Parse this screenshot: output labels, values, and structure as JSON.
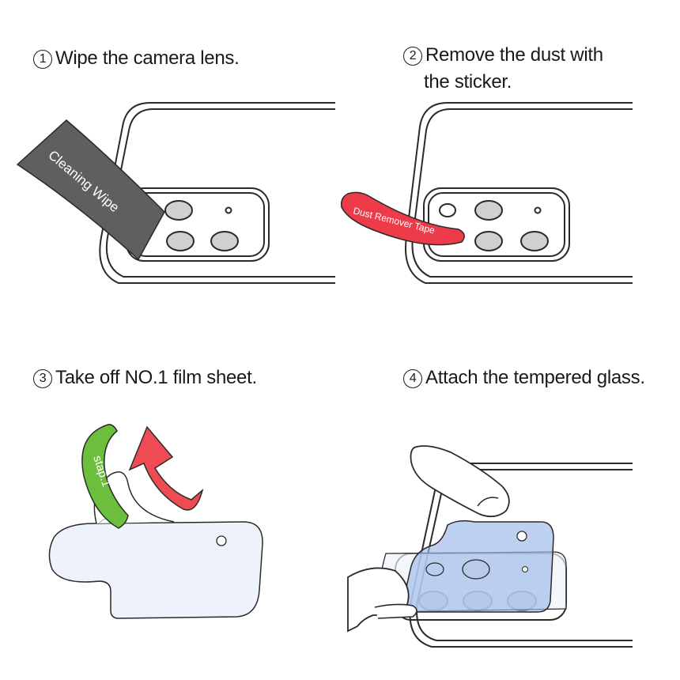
{
  "steps": [
    {
      "number": "1",
      "text": "Wipe the camera lens."
    },
    {
      "number": "2",
      "text_line1": "Remove the dust with",
      "text_line2": "the sticker."
    },
    {
      "number": "3",
      "text": "Take off NO.1 film sheet."
    },
    {
      "number": "4",
      "text": "Attach the tempered glass."
    }
  ],
  "labels": {
    "cleaning_wipe": "Cleaning Wipe",
    "dust_remover_tape": "Dust Remover Tape",
    "step_tab": "stap.1"
  },
  "colors": {
    "wipe": "#5f5f5f",
    "tape": "#ee3b4a",
    "tab": "#6cbf3c",
    "arrow": "#ee4b55",
    "film": "#e6eef9",
    "glass": "#9bb8e8",
    "outline": "#2a2a2a"
  },
  "icons": [
    "circled-number-icon",
    "pointing-arrow-icon",
    "hand-icon"
  ]
}
